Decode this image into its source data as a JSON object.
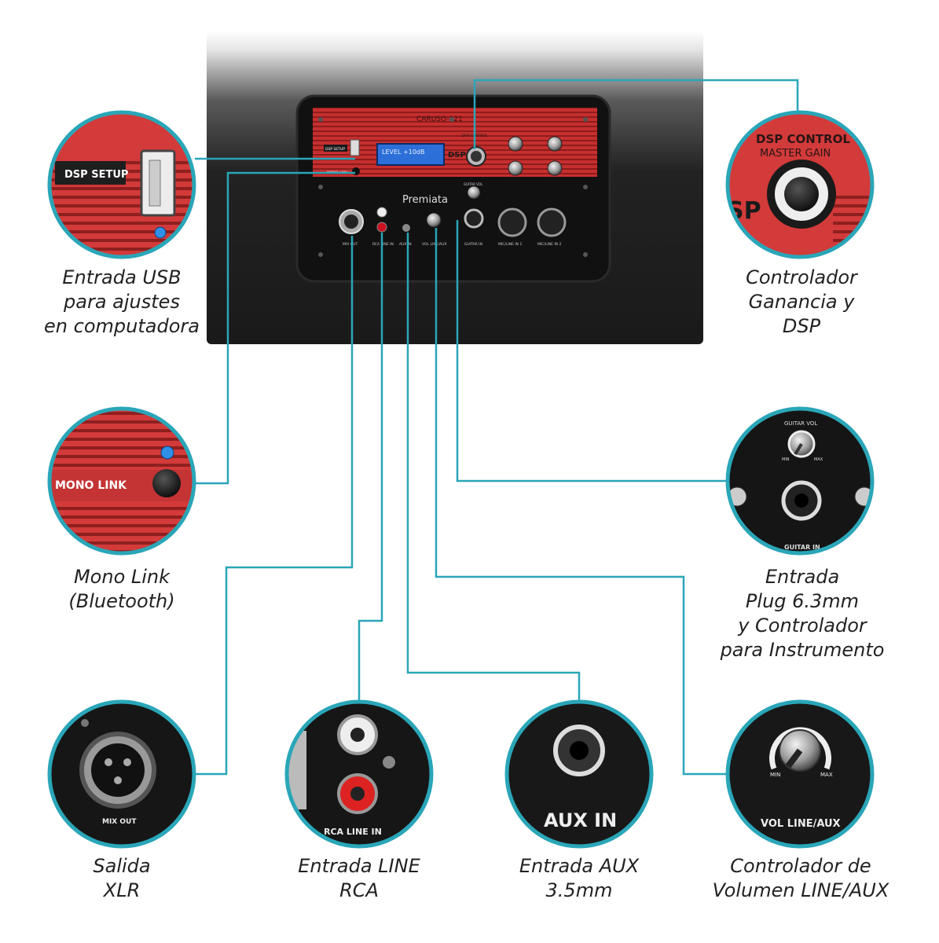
{
  "colors": {
    "callout_line": "#2aa6b8",
    "panel_red": "#c62f2f",
    "panel_black": "#141414",
    "speaker_body": "#1c1c1c",
    "lcd_blue": "#2d6fd8",
    "led_blue": "#2f8fe6"
  },
  "panel": {
    "model": "CARUSO-121",
    "brand": "Premiata",
    "lcd_text": "LEVEL  +10dB",
    "dsp_setup": "DSP SETUP",
    "mono_link": "MONO LINK",
    "dsp_label": "DSP",
    "dsp_control": "DSP CONTROL",
    "jack_labels": {
      "mix_out": "MIX OUT",
      "rca_line_in": "RCA LINE IN",
      "aux_in": "AUX IN",
      "vol_line_aux": "VOL LINE/AUX",
      "guitar_in": "GUITAR IN",
      "mic_line_1": "MIC/LINE IN 1",
      "mic_line_2": "MIC/LINE IN 2",
      "guitar_vol": "GUITAR VOL"
    }
  },
  "details": {
    "usb": {
      "label": "DSP SETUP",
      "icon": "usb-port-icon"
    },
    "dsp": {
      "line1": "DSP CONTROL",
      "line2": "MASTER GAIN",
      "icon": "rotary-encoder-icon"
    },
    "mono": {
      "label": "MONO LINK",
      "icon": "push-button-icon"
    },
    "guitar": {
      "top": "GUITAR VOL",
      "min": "MIN",
      "max": "MAX",
      "label": "GUITAR IN",
      "icon": "quarter-inch-jack-icon"
    },
    "xlr": {
      "label": "MIX OUT",
      "icon": "xlr-connector-icon"
    },
    "rca": {
      "label": "RCA LINE IN",
      "icon": "rca-jack-icon"
    },
    "aux": {
      "label": "AUX IN",
      "icon": "mini-jack-icon"
    },
    "vol": {
      "label": "VOL LINE/AUX",
      "min": "MIN",
      "max": "MAX",
      "icon": "volume-knob-icon"
    }
  },
  "captions": {
    "usb": [
      "Entrada USB",
      "para ajustes",
      "en computadora"
    ],
    "dsp": [
      "Controlador",
      "Ganancia y",
      "DSP"
    ],
    "mono": [
      "Mono Link",
      "(Bluetooth)"
    ],
    "guitar": [
      "Entrada",
      "Plug 6.3mm",
      "y Controlador",
      "para Instrumento"
    ],
    "xlr": [
      "Salida",
      "XLR"
    ],
    "rca": [
      "Entrada LINE",
      "RCA"
    ],
    "aux": [
      "Entrada AUX",
      "3.5mm"
    ],
    "vol": [
      "Controlador de",
      "Volumen LINE/AUX"
    ]
  }
}
